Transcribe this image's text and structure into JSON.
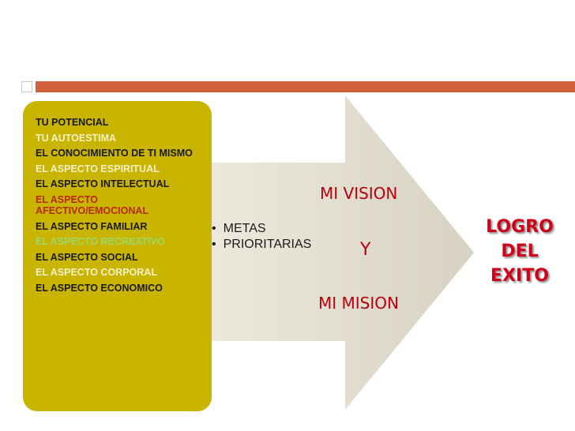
{
  "panel": {
    "items": [
      {
        "text": "TU POTENCIAL",
        "color": "black"
      },
      {
        "text": "TU AUTOESTIMA",
        "color": "white"
      },
      {
        "text": "EL CONOCIMIENTO DE TI MISMO",
        "color": "black"
      },
      {
        "text": "EL ASPECTO ESPIRITUAL",
        "color": "white"
      },
      {
        "text": "EL ASPECTO INTELECTUAL",
        "color": "black"
      },
      {
        "text": "EL ASPECTO AFECTIVO/EMOCIONAL",
        "color": "red"
      },
      {
        "text": "EL ASPECTO FAMILIAR",
        "color": "black"
      },
      {
        "text": "EL ASPECTO RECREATIVO",
        "color": "green"
      },
      {
        "text": "EL ASPECTO  SOCIAL",
        "color": "black"
      },
      {
        "text": "EL ASPECTO CORPORAL",
        "color": "white"
      },
      {
        "text": "EL ASPECTO ECONOMICO",
        "color": "black"
      }
    ]
  },
  "arrow": {
    "bullets": [
      "METAS",
      "PRIORITARIAS"
    ],
    "vision": "MI VISION",
    "y": "Y",
    "mision": "MI MISION"
  },
  "result": {
    "lines": [
      "LOGRO",
      "DEL",
      "EXITO"
    ]
  },
  "colors": {
    "accent": "#d2603c",
    "panel": "#c9b400",
    "arrow_start": "#f7f4ea",
    "arrow_end": "#d7d2c2",
    "red_text": "#b8000c"
  }
}
